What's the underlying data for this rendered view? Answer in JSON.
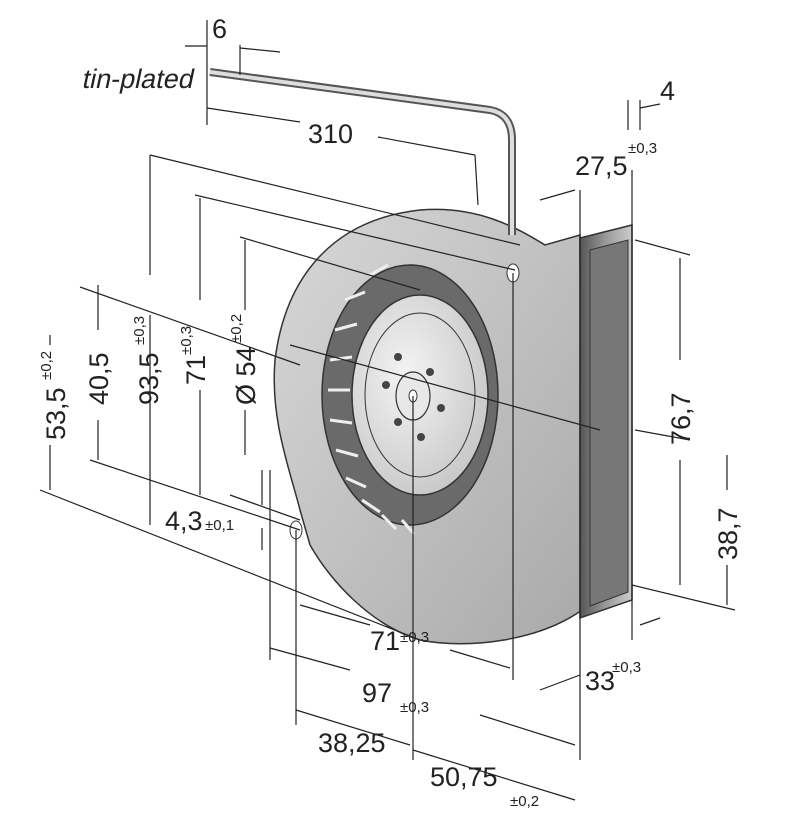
{
  "diagram": {
    "wire_label": "tin-plated",
    "dimensions": {
      "wire_strip": "6",
      "wire_length": "310",
      "flange_thickness": "4",
      "outlet_depth": {
        "value": "27,5",
        "tol": "±0,3"
      },
      "height_total": {
        "value": "93,5",
        "tol": "±0,3"
      },
      "hole_spacing_v": {
        "value": "71",
        "tol": "±0,3"
      },
      "inlet_diameter": {
        "value": "Ø 54",
        "tol": "±0,2"
      },
      "axis_height": {
        "value": "53,5",
        "tol": "±0,2"
      },
      "axis_to_hole": "40,5",
      "outlet_height": "76,7",
      "outlet_lower": "38,7",
      "hole_diameter": {
        "value": "4,3",
        "tol": "±0,1"
      },
      "hole_spacing_h": {
        "value": "71",
        "tol": "±0,3"
      },
      "width_total": {
        "value": "97",
        "tol": "±0,3"
      },
      "depth": {
        "value": "33",
        "tol": "±0,3"
      },
      "axis_offset": "38,25",
      "axis_to_outlet": {
        "value": "50,75",
        "tol": "±0,2"
      }
    }
  }
}
